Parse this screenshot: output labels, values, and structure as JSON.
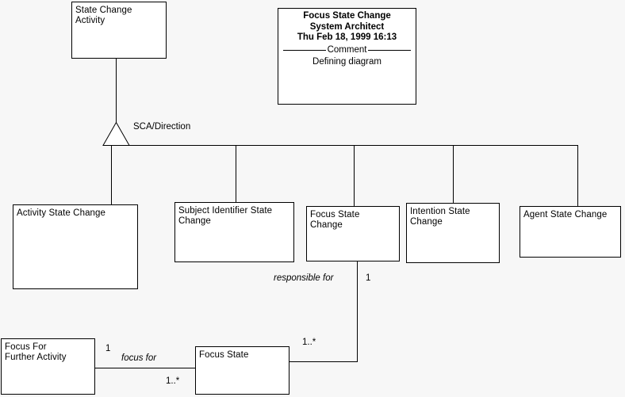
{
  "diagram": {
    "kind": "uml-class-diagram",
    "background_color": "#f7f7f7",
    "box_fill_color": "#ffffff",
    "line_color": "#000000"
  },
  "title_box": {
    "line1": "Focus State Change",
    "line2": "System Architect",
    "line3": "Thu Feb 18, 1999  16:13",
    "separator_label": "Comment",
    "comment": "Defining diagram"
  },
  "classes": {
    "state_change_activity": "State Change\nActivity",
    "activity_state_change": "Activity State Change",
    "subject_identifier_state_change": "Subject Identifier State\nChange",
    "focus_state_change": "Focus State\nChange",
    "intention_state_change": "Intention State\nChange",
    "agent_state_change": "Agent State Change",
    "focus_for_further_activity": "Focus For\nFurther Activity",
    "focus_state": "Focus State"
  },
  "relationships": {
    "generalization_discriminator": "SCA/Direction",
    "responsible_for_label": "responsible for",
    "responsible_for_mult_source": "1",
    "responsible_for_mult_target": "1..*",
    "focus_for_label": "focus for",
    "focus_for_mult_source": "1",
    "focus_for_mult_target": "1..*"
  }
}
